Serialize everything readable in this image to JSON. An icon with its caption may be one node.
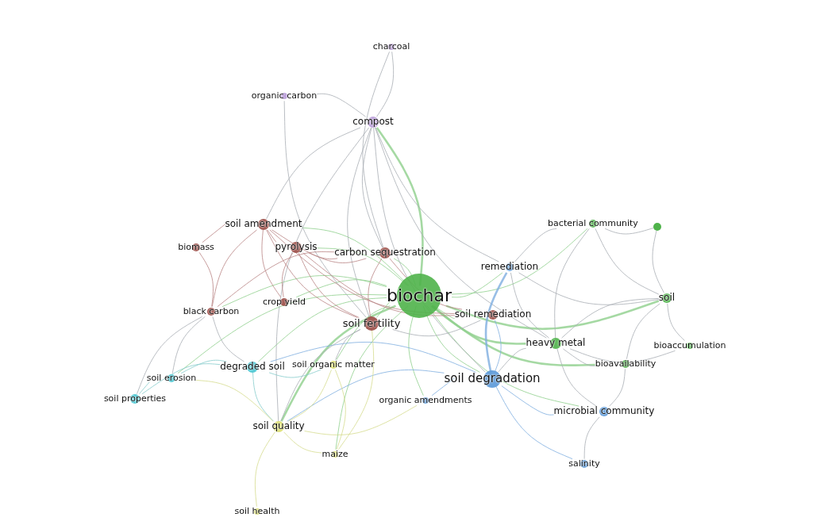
{
  "diagram": {
    "nodes": [
      {
        "text": [
          "charcoal"
        ]
      },
      {
        "text": [
          "organic carbon"
        ]
      },
      {
        "text": [
          "compost"
        ]
      },
      {
        "text": [
          "soil amendment"
        ]
      },
      {
        "text": [
          "biomass"
        ]
      },
      {
        "text": [
          "pyrolysis"
        ]
      },
      {
        "text": [
          "carbon sequestration"
        ]
      },
      {
        "text": [
          "bacterial community"
        ]
      },
      {
        "text": [],
        "shape": "circle"
      },
      {
        "text": [
          "remediation"
        ]
      },
      {
        "text": [
          "biochar"
        ]
      },
      {
        "text": [
          "soil"
        ]
      },
      {
        "text": [
          "crop yield"
        ]
      },
      {
        "text": [
          "black carbon"
        ]
      },
      {
        "text": [
          "soil remediation"
        ]
      },
      {
        "text": [
          "soil fertility"
        ]
      },
      {
        "text": [
          "heavy metal"
        ]
      },
      {
        "text": [
          "bioaccumulation"
        ]
      },
      {
        "text": [
          "degraded soil"
        ]
      },
      {
        "text": [
          "soil organic matter"
        ]
      },
      {
        "text": [
          "bioavailability"
        ]
      },
      {
        "text": [
          "soil erosion"
        ]
      },
      {
        "text": [
          "soil degradation"
        ]
      },
      {
        "text": [
          "soil properties"
        ]
      },
      {
        "text": [
          "organic amendments"
        ]
      },
      {
        "text": [
          "microbial community"
        ]
      },
      {
        "text": [
          "soil quality"
        ]
      },
      {
        "text": [
          "maize"
        ]
      },
      {
        "text": [
          "salinity"
        ]
      },
      {
        "text": [
          "soil health"
        ]
      }
    ],
    "edges": [
      {
        "from": 10,
        "to": 2,
        "arrow": "none",
        "style": "thick",
        "color": "#8fcf8c"
      },
      {
        "from": 10,
        "to": 3,
        "arrow": "none",
        "color": "#8fcf8c"
      },
      {
        "from": 10,
        "to": 5,
        "arrow": "none",
        "color": "#8fcf8c"
      },
      {
        "from": 10,
        "to": 6,
        "arrow": "none",
        "color": "#8fcf8c"
      },
      {
        "from": 10,
        "to": 7,
        "arrow": "none",
        "color": "#8fcf8c"
      },
      {
        "from": 10,
        "to": 9,
        "arrow": "none",
        "color": "#8fcf8c"
      },
      {
        "from": 10,
        "to": 11,
        "arrow": "none",
        "style": "thick",
        "color": "#8fcf8c"
      },
      {
        "from": 10,
        "to": 14,
        "arrow": "none",
        "color": "#8fcf8c"
      },
      {
        "from": 10,
        "to": 15,
        "arrow": "none",
        "color": "#8fcf8c"
      },
      {
        "from": 10,
        "to": 16,
        "arrow": "none",
        "style": "thick",
        "color": "#8fcf8c"
      },
      {
        "from": 10,
        "to": 18,
        "arrow": "none",
        "color": "#8fcf8c"
      },
      {
        "from": 10,
        "to": 19,
        "arrow": "none",
        "color": "#8fcf8c"
      },
      {
        "from": 10,
        "to": 20,
        "arrow": "none",
        "style": "thick",
        "color": "#8fcf8c"
      },
      {
        "from": 10,
        "to": 22,
        "arrow": "none",
        "color": "#8fcf8c"
      },
      {
        "from": 10,
        "to": 24,
        "arrow": "none",
        "color": "#8fcf8c"
      },
      {
        "from": 10,
        "to": 25,
        "arrow": "none",
        "color": "#8fcf8c"
      },
      {
        "from": 10,
        "to": 26,
        "arrow": "none",
        "style": "thick",
        "color": "#8fcf8c"
      },
      {
        "from": 10,
        "to": 12,
        "arrow": "none",
        "color": "#8fcf8c"
      },
      {
        "from": 10,
        "to": 13,
        "arrow": "none",
        "color": "#8fcf8c"
      },
      {
        "from": 10,
        "to": 21,
        "arrow": "none",
        "color": "#8fcf8c"
      },
      {
        "from": 10,
        "to": 27,
        "arrow": "none",
        "color": "#8fcf8c"
      },
      {
        "from": 2,
        "to": 0,
        "arrow": "none"
      },
      {
        "from": 2,
        "to": 1,
        "arrow": "none"
      },
      {
        "from": 2,
        "to": 3,
        "arrow": "none"
      },
      {
        "from": 2,
        "to": 6,
        "arrow": "none"
      },
      {
        "from": 2,
        "to": 9,
        "arrow": "none"
      },
      {
        "from": 2,
        "to": 15,
        "arrow": "none"
      },
      {
        "from": 2,
        "to": 22,
        "arrow": "none"
      },
      {
        "from": 2,
        "to": 26,
        "arrow": "none"
      },
      {
        "from": 2,
        "to": 16,
        "arrow": "none"
      },
      {
        "from": 0,
        "to": 6,
        "arrow": "none"
      },
      {
        "from": 1,
        "to": 15,
        "arrow": "none"
      },
      {
        "from": 3,
        "to": 4,
        "arrow": "none",
        "color": "#b98585"
      },
      {
        "from": 3,
        "to": 5,
        "arrow": "none",
        "color": "#b98585"
      },
      {
        "from": 3,
        "to": 6,
        "arrow": "none",
        "color": "#b98585"
      },
      {
        "from": 3,
        "to": 12,
        "arrow": "none",
        "color": "#b98585"
      },
      {
        "from": 3,
        "to": 13,
        "arrow": "none",
        "color": "#b98585"
      },
      {
        "from": 3,
        "to": 15,
        "arrow": "none",
        "color": "#b98585"
      },
      {
        "from": 3,
        "to": 14,
        "arrow": "none",
        "color": "#b98585"
      },
      {
        "from": 5,
        "to": 6,
        "arrow": "none",
        "color": "#b98585"
      },
      {
        "from": 5,
        "to": 15,
        "arrow": "none",
        "color": "#b98585"
      },
      {
        "from": 5,
        "to": 12,
        "arrow": "none",
        "color": "#b98585"
      },
      {
        "from": 5,
        "to": 14,
        "arrow": "none",
        "color": "#b98585"
      },
      {
        "from": 6,
        "to": 15,
        "arrow": "none",
        "color": "#b98585"
      },
      {
        "from": 6,
        "to": 14,
        "arrow": "none",
        "color": "#b98585"
      },
      {
        "from": 6,
        "to": 13,
        "arrow": "none",
        "color": "#b98585"
      },
      {
        "from": 13,
        "to": 4,
        "arrow": "none",
        "color": "#b98585"
      },
      {
        "from": 13,
        "to": 18,
        "arrow": "none"
      },
      {
        "from": 13,
        "to": 21,
        "arrow": "none"
      },
      {
        "from": 13,
        "to": 23,
        "arrow": "none"
      },
      {
        "from": 7,
        "to": 8,
        "arrow": "none"
      },
      {
        "from": 7,
        "to": 11,
        "arrow": "none"
      },
      {
        "from": 7,
        "to": 16,
        "arrow": "none"
      },
      {
        "from": 7,
        "to": 9,
        "arrow": "none"
      },
      {
        "from": 8,
        "to": 11,
        "arrow": "none"
      },
      {
        "from": 9,
        "to": 22,
        "arrow": "none",
        "style": "thick",
        "color": "#7eaee0"
      },
      {
        "from": 9,
        "to": 16,
        "arrow": "none"
      },
      {
        "from": 9,
        "to": 11,
        "arrow": "none"
      },
      {
        "from": 11,
        "to": 16,
        "arrow": "none"
      },
      {
        "from": 11,
        "to": 17,
        "arrow": "none"
      },
      {
        "from": 11,
        "to": 20,
        "arrow": "none"
      },
      {
        "from": 16,
        "to": 17,
        "arrow": "none"
      },
      {
        "from": 16,
        "to": 20,
        "arrow": "none"
      },
      {
        "from": 16,
        "to": 22,
        "arrow": "none"
      },
      {
        "from": 16,
        "to": 25,
        "arrow": "none"
      },
      {
        "from": 22,
        "to": 25,
        "arrow": "none",
        "color": "#7eaee0"
      },
      {
        "from": 22,
        "to": 28,
        "arrow": "none",
        "color": "#7eaee0"
      },
      {
        "from": 22,
        "to": 24,
        "arrow": "none",
        "color": "#7eaee0"
      },
      {
        "from": 22,
        "to": 26,
        "arrow": "none",
        "color": "#7eaee0"
      },
      {
        "from": 22,
        "to": 18,
        "arrow": "none",
        "color": "#7eaee0"
      },
      {
        "from": 22,
        "to": 14,
        "arrow": "none",
        "color": "#7eaee0"
      },
      {
        "from": 25,
        "to": 28,
        "arrow": "none"
      },
      {
        "from": 25,
        "to": 20,
        "arrow": "none"
      },
      {
        "from": 18,
        "to": 21,
        "arrow": "none",
        "color": "#86cccc"
      },
      {
        "from": 18,
        "to": 23,
        "arrow": "none",
        "color": "#86cccc"
      },
      {
        "from": 18,
        "to": 26,
        "arrow": "none",
        "color": "#86cccc"
      },
      {
        "from": 18,
        "to": 19,
        "arrow": "none",
        "color": "#86cccc"
      },
      {
        "from": 21,
        "to": 23,
        "arrow": "none",
        "color": "#86cccc"
      },
      {
        "from": 26,
        "to": 29,
        "arrow": "none",
        "color": "#d6dc8e"
      },
      {
        "from": 26,
        "to": 27,
        "arrow": "none",
        "color": "#d6dc8e"
      },
      {
        "from": 26,
        "to": 19,
        "arrow": "none",
        "color": "#d6dc8e"
      },
      {
        "from": 26,
        "to": 24,
        "arrow": "none",
        "color": "#d6dc8e"
      },
      {
        "from": 26,
        "to": 21,
        "arrow": "none",
        "color": "#d6dc8e"
      },
      {
        "from": 27,
        "to": 15,
        "arrow": "none",
        "color": "#d6dc8e"
      },
      {
        "from": 27,
        "to": 19,
        "arrow": "none",
        "color": "#d6dc8e"
      },
      {
        "from": 15,
        "to": 26,
        "arrow": "none"
      },
      {
        "from": 15,
        "to": 19,
        "arrow": "none"
      },
      {
        "from": 15,
        "to": 14,
        "arrow": "none"
      }
    ]
  }
}
